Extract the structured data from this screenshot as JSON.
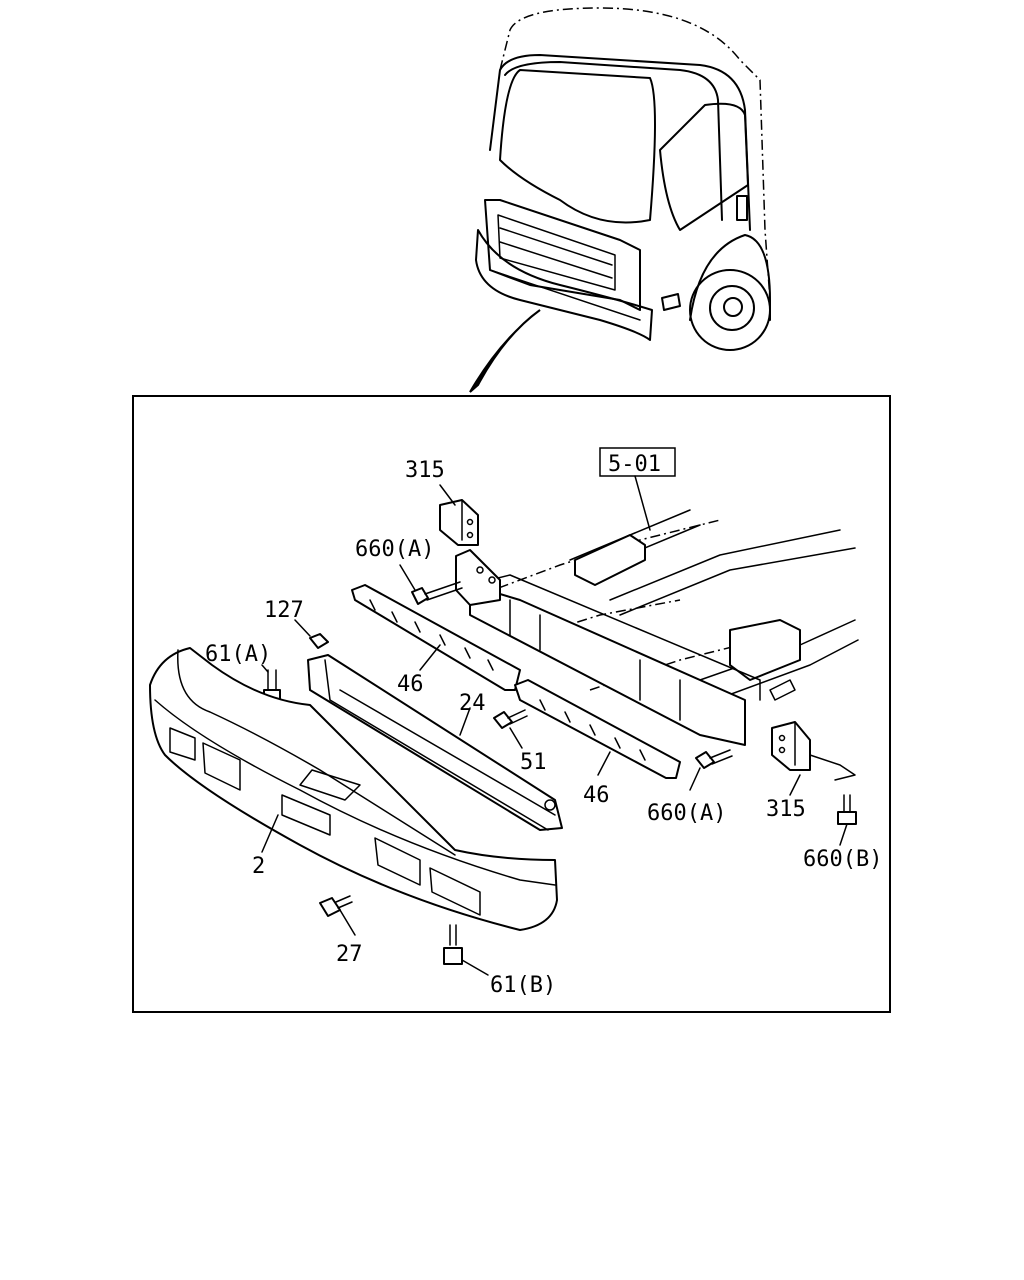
{
  "diagram": {
    "reference_label": "5-01",
    "callouts": [
      {
        "id": "c315a",
        "text": "315"
      },
      {
        "id": "c660a1",
        "text": "660(A)"
      },
      {
        "id": "c127",
        "text": "127"
      },
      {
        "id": "c61a",
        "text": "61(A)"
      },
      {
        "id": "c46a",
        "text": "46"
      },
      {
        "id": "c24",
        "text": "24"
      },
      {
        "id": "c51",
        "text": "51"
      },
      {
        "id": "c46b",
        "text": "46"
      },
      {
        "id": "c660a2",
        "text": "660(A)"
      },
      {
        "id": "c315b",
        "text": "315"
      },
      {
        "id": "c660b",
        "text": "660(B)"
      },
      {
        "id": "c2",
        "text": "2"
      },
      {
        "id": "c27",
        "text": "27"
      },
      {
        "id": "c61b",
        "text": "61(B)"
      }
    ]
  }
}
